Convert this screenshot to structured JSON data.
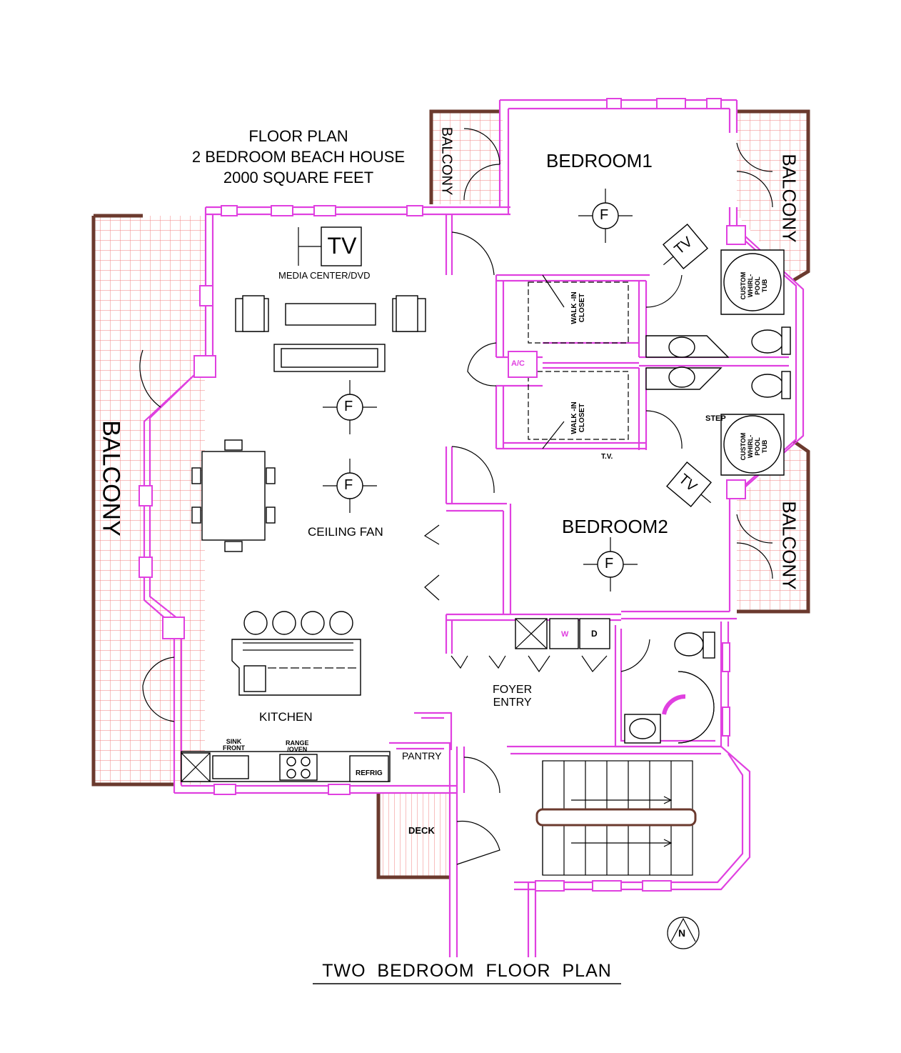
{
  "header": {
    "line1": "FLOOR PLAN",
    "line2": "2 BEDROOM BEACH HOUSE",
    "line3": "2000 SQUARE FEET"
  },
  "footer_title": "TWO  BEDROOM  FLOOR  PLAN",
  "rooms": {
    "bedroom1": "BEDROOM1",
    "bedroom2": "BEDROOM2",
    "balcony": "BALCONY",
    "kitchen": "KITCHEN",
    "foyer_line1": "FOYER",
    "foyer_line2": "ENTRY",
    "pantry": "PANTRY",
    "deck": "DECK",
    "ceiling_fan": "CEILING FAN"
  },
  "fixtures": {
    "tv": "TV",
    "tv_small": "T.V.",
    "media_center": "MEDIA CENTER/DVD",
    "fan": "F",
    "ac": "A/C",
    "washer": "W",
    "dryer": "D",
    "sink_line1": "SINK",
    "sink_line2": "FRONT",
    "range_line1": "RANGE",
    "range_line2": "/OVEN",
    "refrig": "REFRIG",
    "closet_line1": "WALK -IN",
    "closet_line2": "CLOSET",
    "tub_line1": "CUSTOM",
    "tub_line2": "WHIRL-",
    "tub_line3": "POOL",
    "tub_line4": "TUB",
    "step": "STEP",
    "north": "N"
  },
  "colors": {
    "wall": "#e040e0",
    "exterior": "#6b3a2e",
    "grid": "#f08080"
  }
}
